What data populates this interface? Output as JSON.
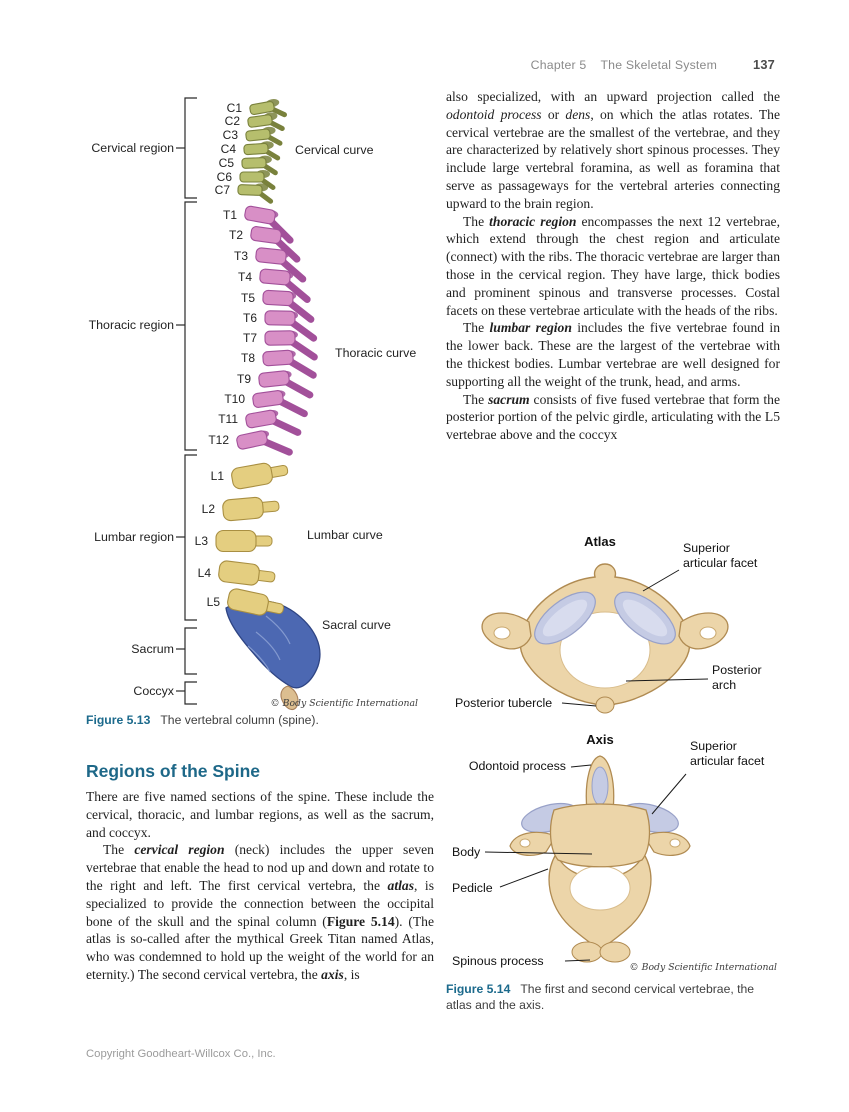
{
  "header": {
    "chapter": "Chapter 5",
    "section": "The Skeletal System",
    "page_number": "137"
  },
  "right_column": {
    "p1": [
      {
        "t": "also specialized, with an upward projection called the "
      },
      {
        "t": "odontoid process",
        "s": "i"
      },
      {
        "t": " or "
      },
      {
        "t": "dens",
        "s": "i"
      },
      {
        "t": ", on which the atlas rotates. The cervical vertebrae are the smallest of the vertebrae, and they are characterized by relatively short spinous processes. They include large vertebral foramina, as well as foramina that serve as passageways for the vertebral arteries connecting upward to the brain region."
      }
    ],
    "p2": [
      {
        "t": "The "
      },
      {
        "t": "thoracic region",
        "s": "bi"
      },
      {
        "t": " encompasses the next 12 vertebrae, which extend through the chest region and articulate (connect) with the ribs. The thoracic vertebrae are larger than those in the cervical region. They have large, thick bodies and prominent spinous and transverse processes. Costal facets on these vertebrae articulate with the heads of the ribs."
      }
    ],
    "p3": [
      {
        "t": "The "
      },
      {
        "t": "lumbar region",
        "s": "bi"
      },
      {
        "t": " includes the five vertebrae found in the lower back. These are the largest of the vertebrae with the thickest bodies. Lumbar vertebrae are well designed for supporting all the weight of the trunk, head, and arms."
      }
    ],
    "p4": [
      {
        "t": "The "
      },
      {
        "t": "sacrum",
        "s": "bi"
      },
      {
        "t": " consists of five fused vertebrae that form the posterior portion of the pelvic girdle, articulating with the L5 vertebrae above and the coccyx"
      }
    ]
  },
  "left_section": {
    "heading": "Regions of the Spine",
    "p1": [
      {
        "t": "There are five named sections of the spine. These include the cervical, thoracic, and lumbar regions, as well as the sacrum, and coccyx."
      }
    ],
    "p2": [
      {
        "t": "The "
      },
      {
        "t": "cervical region",
        "s": "bi"
      },
      {
        "t": " (neck) includes the upper seven vertebrae that enable the head to nod up and down and rotate to the right and left. The first cervical vertebra, the "
      },
      {
        "t": "atlas",
        "s": "bi"
      },
      {
        "t": ", is specialized to provide the connection between the occipital bone of the skull and the spinal column ("
      },
      {
        "t": "Figure 5.14",
        "s": "b"
      },
      {
        "t": "). (The atlas is so-called after the mythical Greek Titan named Atlas, who was condemned to hold up the weight of the world for an eternity.) The second cervical vertebra, the "
      },
      {
        "t": "axis",
        "s": "bi"
      },
      {
        "t": ", is"
      }
    ]
  },
  "figure_5_13": {
    "caption_label": "Figure 5.13",
    "caption_text": "The vertebral column (spine).",
    "credit": "© Body Scientific International",
    "region_labels": [
      "Cervical region",
      "Thoracic region",
      "Lumbar region",
      "Sacrum",
      "Coccyx"
    ],
    "curve_labels": [
      "Cervical curve",
      "Thoracic curve",
      "Lumbar curve",
      "Sacral curve"
    ],
    "vertebrae": {
      "cervical": [
        "C1",
        "C2",
        "C3",
        "C4",
        "C5",
        "C6",
        "C7"
      ],
      "thoracic": [
        "T1",
        "T2",
        "T3",
        "T4",
        "T5",
        "T6",
        "T7",
        "T8",
        "T9",
        "T10",
        "T11",
        "T12"
      ],
      "lumbar": [
        "L1",
        "L2",
        "L3",
        "L4",
        "L5"
      ]
    }
  },
  "figure_5_14": {
    "caption_label": "Figure 5.14",
    "caption_text": "The first and second cervical vertebrae, the atlas and the axis.",
    "credit": "© Body Scientific International",
    "atlas": {
      "title": "Atlas",
      "labels": {
        "superior_articular_facet": [
          "Superior",
          "articular facet"
        ],
        "posterior_arch": [
          "Posterior",
          "arch"
        ],
        "posterior_tubercle": "Posterior tubercle"
      }
    },
    "axis": {
      "title": "Axis",
      "labels": {
        "odontoid_process": "Odontoid process",
        "superior_articular_facet": [
          "Superior",
          "articular facet"
        ],
        "body": "Body",
        "pedicle": "Pedicle",
        "spinous_process": "Spinous process"
      }
    }
  },
  "footer": {
    "copyright": "Copyright Goodheart-Willcox Co., Inc."
  },
  "colors": {
    "heading_teal": "#1e6888",
    "caption_teal": "#1c6a8c",
    "cervical_fill": "#b6be6d",
    "cervical_dark": "#79813c",
    "thoracic_fill": "#d88fc6",
    "thoracic_dark": "#a2509a",
    "lumbar_fill": "#e4ce80",
    "lumbar_dark": "#a98f42",
    "sacrum_fill": "#4c68b2",
    "sacrum_dark": "#2e4483",
    "coccyx_fill": "#dcbe90",
    "coccyx_dark": "#a8805a",
    "bone_fill": "#ecd5a9",
    "bone_dark": "#b08b52",
    "facet_fill": "#c5cbe4",
    "facet_dark": "#98a1c8"
  }
}
